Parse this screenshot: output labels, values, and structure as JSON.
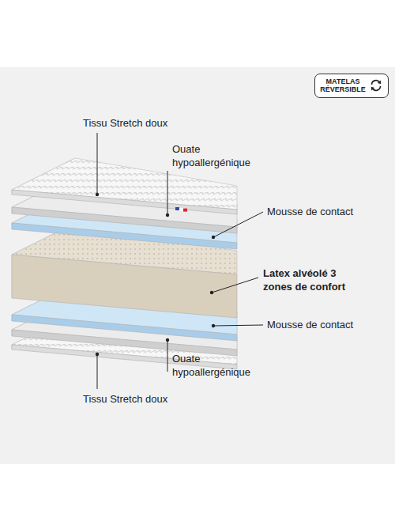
{
  "diagram": {
    "nodes": [
      {
        "text": [
          "MATELAS RÉVERSIBLE"
        ]
      }
    ],
    "labels": [
      "Tissu Stretch doux",
      "Ouate hypoallergénique",
      "Mousse de contact",
      "Latex alvéolé 3 zones de confort",
      "Mousse de contact",
      "Ouate hypoallergénique",
      "Tissu Stretch doux"
    ]
  }
}
